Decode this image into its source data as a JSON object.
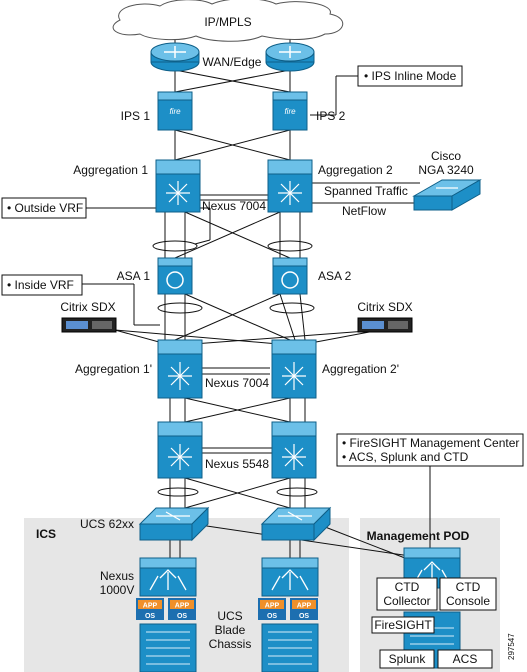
{
  "labels": {
    "cloud": "IP/MPLS",
    "wan_edge": "WAN/Edge",
    "ips1": "IPS 1",
    "ips2": "IPS 2",
    "ips_inline": "• IPS Inline Mode",
    "agg1": "Aggregation 1",
    "agg2": "Aggregation 2",
    "cisco": "Cisco",
    "nga": "NGA 3240",
    "spanned": "Spanned Traffic",
    "netflow": "NetFlow",
    "nexus7004_top": "Nexus 7004",
    "outside_vrf": "• Outside VRF",
    "inside_vrf": "• Inside VRF",
    "asa1": "ASA 1",
    "asa2": "ASA 2",
    "citrix_left": "Citrix SDX",
    "citrix_right": "Citrix SDX",
    "agg1b": "Aggregation 1'",
    "agg2b": "Aggregation 2'",
    "nexus7004_bottom": "Nexus 7004",
    "nexus5548": "Nexus 5548",
    "fs_line1": "• FireSIGHT Management Center",
    "fs_line2": "• ACS, Splunk and CTD",
    "ics": "ICS",
    "ucs62": "UCS 62xx",
    "nexus1000_line1": "Nexus",
    "nexus1000_line2": "1000V",
    "ucs_line1": "UCS",
    "ucs_line2": "Blade",
    "ucs_line3": "Chassis",
    "mgmt_pod": "Management POD",
    "ctd_collector_1": "CTD",
    "ctd_collector_2": "Collector",
    "ctd_console_1": "CTD",
    "ctd_console_2": "Console",
    "firesight": "FireSIGHT",
    "splunk": "Splunk",
    "acs": "ACS",
    "fire": "fire",
    "app": "APP",
    "os": "OS",
    "fig_id": "297547"
  },
  "icons": {
    "router": "router-icon",
    "ips": "ips-sensor-icon",
    "switch": "nexus-switch-icon",
    "firewall": "asa-firewall-icon",
    "appliance": "citrix-appliance-icon",
    "fabric": "fabric-interconnect-icon",
    "vswitch": "virtual-switch-icon",
    "server": "blade-server-icon",
    "nga": "nga-appliance-icon"
  },
  "colors": {
    "device": "#1d8fc7",
    "device_dark": "#0e5f88",
    "device_light": "#6cc0e8",
    "app_orange": "#f0902a",
    "os_blue": "#1d6fb0",
    "panel_gray": "#e6e6e6"
  }
}
